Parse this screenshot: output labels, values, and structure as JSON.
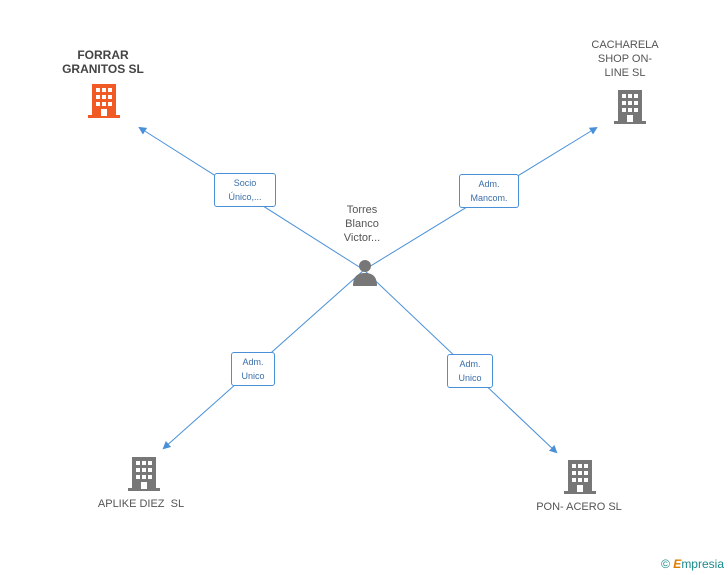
{
  "center": {
    "name": "Torres\nBlanco\nVictor..."
  },
  "companies": {
    "top_left": {
      "name": "FORRAR\nGRANITOS SL",
      "color": "#f15a24"
    },
    "top_right": {
      "name": "CACHARELA\nSHOP ON-\nLINE SL",
      "color": "#777777"
    },
    "bottom_left": {
      "name": "APLIKE DIEZ  SL",
      "color": "#777777"
    },
    "bottom_right": {
      "name": "PON- ACERO SL",
      "color": "#777777"
    }
  },
  "edges": {
    "top_left": "Socio\nÚnico,...",
    "top_right": "Adm.\nMancom.",
    "bottom_left": "Adm.\nUnico",
    "bottom_right": "Adm.\nUnico"
  },
  "footer": {
    "copyright": "©",
    "brand_first": "E",
    "brand_rest": "mpresia"
  },
  "colors": {
    "edge": "#4a90d9",
    "person": "#777777"
  }
}
